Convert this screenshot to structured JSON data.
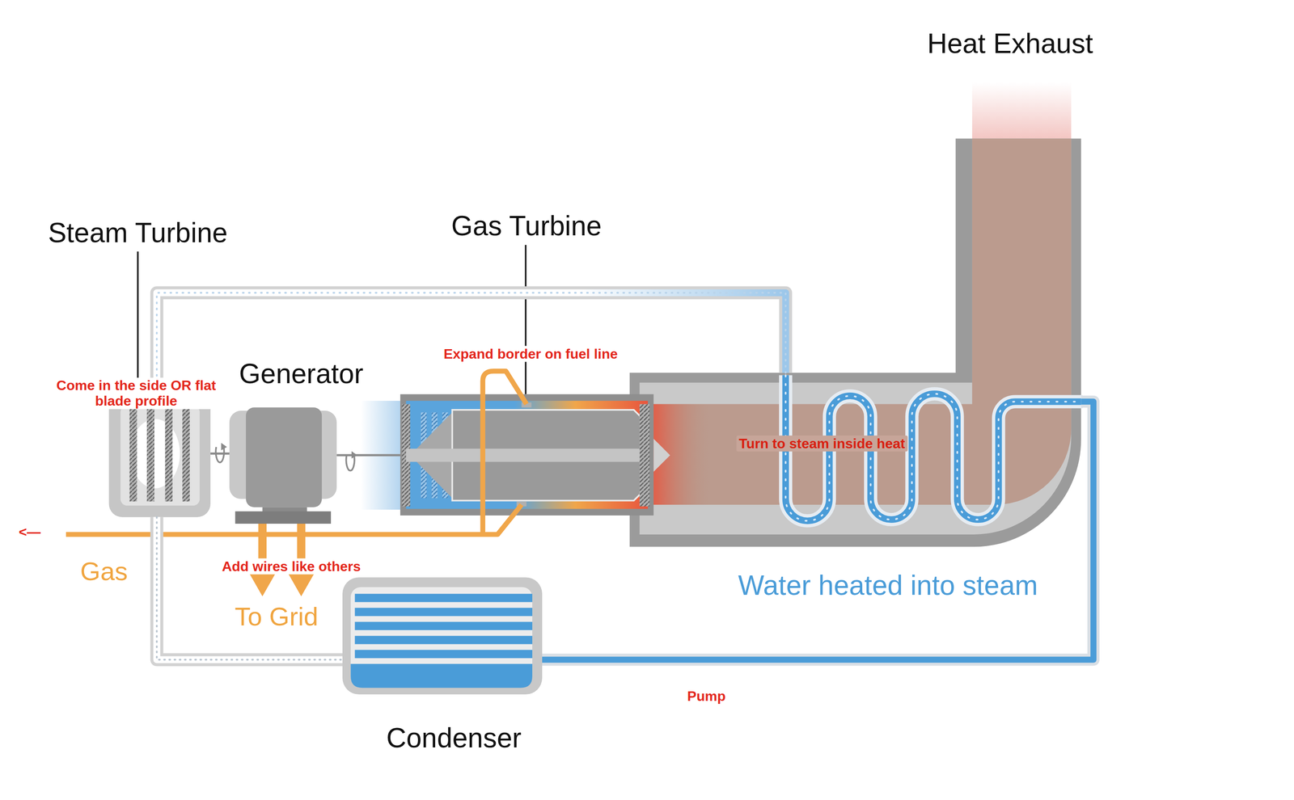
{
  "diagram": {
    "nodes": [
      {
        "text": [
          "Steam Turbine"
        ]
      },
      {
        "text": [
          "Generator"
        ]
      },
      {
        "text": [
          "Gas Turbine"
        ]
      },
      {
        "text": [
          "Heat Exhaust"
        ]
      },
      {
        "text": [
          "Condenser"
        ]
      }
    ],
    "edges": [
      {
        "from": 0,
        "to": 1,
        "arrow": "none"
      },
      {
        "from": 1,
        "to": 2,
        "arrow": "none"
      },
      {
        "from": 3,
        "to": 0,
        "arrow": "none"
      },
      {
        "from": 0,
        "to": 4,
        "arrow": "none"
      },
      {
        "from": 4,
        "to": 3,
        "arrow": "none"
      }
    ],
    "labels": [
      "Come in the side OR flat blade profile",
      "Expand border on fuel line",
      "Turn to steam inside heat",
      "<—",
      "Gas",
      "Add wires like others",
      "To Grid",
      "Water heated into steam",
      "Pump"
    ]
  }
}
